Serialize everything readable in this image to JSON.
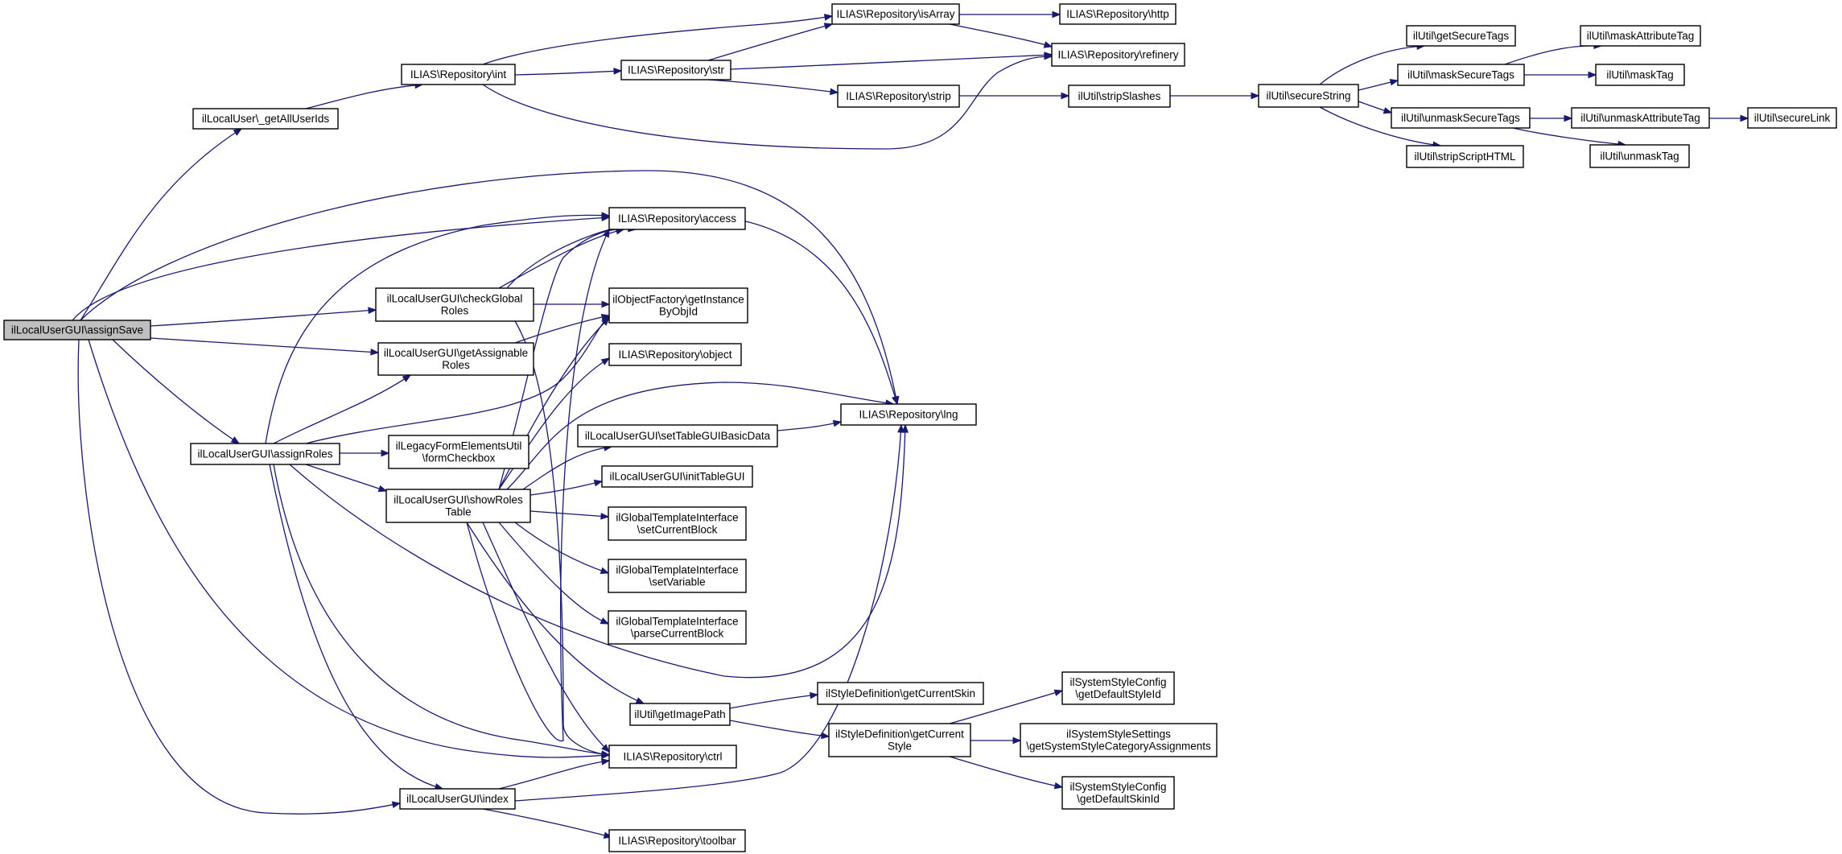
{
  "colors": {
    "edge": "#191970",
    "node_fill": "#ffffff",
    "root_fill": "#bfbfbf",
    "border": "#000000"
  },
  "nodes": [
    {
      "id": "assignSave",
      "lines": [
        "ilLocalUserGUI\\assignSave"
      ],
      "root": true
    },
    {
      "id": "getAllUserIds",
      "lines": [
        "ilLocalUser\\_getAllUserIds"
      ]
    },
    {
      "id": "repoInt",
      "lines": [
        "ILIAS\\Repository\\int"
      ]
    },
    {
      "id": "repoIsArray",
      "lines": [
        "ILIAS\\Repository\\isArray"
      ]
    },
    {
      "id": "repoHttp",
      "lines": [
        "ILIAS\\Repository\\http"
      ]
    },
    {
      "id": "repoStr",
      "lines": [
        "ILIAS\\Repository\\str"
      ]
    },
    {
      "id": "repoRefinery",
      "lines": [
        "ILIAS\\Repository\\refinery"
      ]
    },
    {
      "id": "repoStrip",
      "lines": [
        "ILIAS\\Repository\\strip"
      ]
    },
    {
      "id": "stripSlashes",
      "lines": [
        "ilUtil\\stripSlashes"
      ]
    },
    {
      "id": "secureString",
      "lines": [
        "ilUtil\\secureString"
      ]
    },
    {
      "id": "getSecureTags",
      "lines": [
        "ilUtil\\getSecureTags"
      ]
    },
    {
      "id": "maskSecureTags",
      "lines": [
        "ilUtil\\maskSecureTags"
      ]
    },
    {
      "id": "maskAttributeTag",
      "lines": [
        "ilUtil\\maskAttributeTag"
      ]
    },
    {
      "id": "maskTag",
      "lines": [
        "ilUtil\\maskTag"
      ]
    },
    {
      "id": "unmaskSecureTags",
      "lines": [
        "ilUtil\\unmaskSecureTags"
      ]
    },
    {
      "id": "unmaskAttributeTag",
      "lines": [
        "ilUtil\\unmaskAttributeTag"
      ]
    },
    {
      "id": "secureLink",
      "lines": [
        "ilUtil\\secureLink"
      ]
    },
    {
      "id": "unmaskTag",
      "lines": [
        "ilUtil\\unmaskTag"
      ]
    },
    {
      "id": "stripScriptHTML",
      "lines": [
        "ilUtil\\stripScriptHTML"
      ]
    },
    {
      "id": "repoAccess",
      "lines": [
        "ILIAS\\Repository\\access"
      ]
    },
    {
      "id": "checkGlobalRoles",
      "lines": [
        "ilLocalUserGUI\\checkGlobal",
        "Roles"
      ]
    },
    {
      "id": "getInstanceByObjId",
      "lines": [
        "ilObjectFactory\\getInstance",
        "ByObjId"
      ]
    },
    {
      "id": "getAssignableRoles",
      "lines": [
        "ilLocalUserGUI\\getAssignable",
        "Roles"
      ]
    },
    {
      "id": "repoObject",
      "lines": [
        "ILIAS\\Repository\\object"
      ]
    },
    {
      "id": "repoLng",
      "lines": [
        "ILIAS\\Repository\\lng"
      ]
    },
    {
      "id": "assignRoles",
      "lines": [
        "ilLocalUserGUI\\assignRoles"
      ]
    },
    {
      "id": "formCheckbox",
      "lines": [
        "ilLegacyFormElementsUtil",
        "\\formCheckbox"
      ]
    },
    {
      "id": "setTableGUIBasicData",
      "lines": [
        "ilLocalUserGUI\\setTableGUIBasicData"
      ]
    },
    {
      "id": "initTableGUI",
      "lines": [
        "ilLocalUserGUI\\initTableGUI"
      ]
    },
    {
      "id": "showRolesTable",
      "lines": [
        "ilLocalUserGUI\\showRoles",
        "Table"
      ]
    },
    {
      "id": "setCurrentBlock",
      "lines": [
        "ilGlobalTemplateInterface",
        "\\setCurrentBlock"
      ]
    },
    {
      "id": "setVariable",
      "lines": [
        "ilGlobalTemplateInterface",
        "\\setVariable"
      ]
    },
    {
      "id": "parseCurrentBlock",
      "lines": [
        "ilGlobalTemplateInterface",
        "\\parseCurrentBlock"
      ]
    },
    {
      "id": "getCurrentSkin",
      "lines": [
        "ilStyleDefinition\\getCurrentSkin"
      ]
    },
    {
      "id": "getImagePath",
      "lines": [
        "ilUtil\\getImagePath"
      ]
    },
    {
      "id": "getCurrentStyle",
      "lines": [
        "ilStyleDefinition\\getCurrent",
        "Style"
      ]
    },
    {
      "id": "getDefaultStyleId",
      "lines": [
        "ilSystemStyleConfig",
        "\\getDefaultStyleId"
      ]
    },
    {
      "id": "getSystemStyleCategoryAssignments",
      "lines": [
        "ilSystemStyleSettings",
        "\\getSystemStyleCategoryAssignments"
      ]
    },
    {
      "id": "getDefaultSkinId",
      "lines": [
        "ilSystemStyleConfig",
        "\\getDefaultSkinId"
      ]
    },
    {
      "id": "repoCtrl",
      "lines": [
        "ILIAS\\Repository\\ctrl"
      ]
    },
    {
      "id": "index",
      "lines": [
        "ilLocalUserGUI\\index"
      ]
    },
    {
      "id": "repoToolbar",
      "lines": [
        "ILIAS\\Repository\\toolbar"
      ]
    }
  ]
}
